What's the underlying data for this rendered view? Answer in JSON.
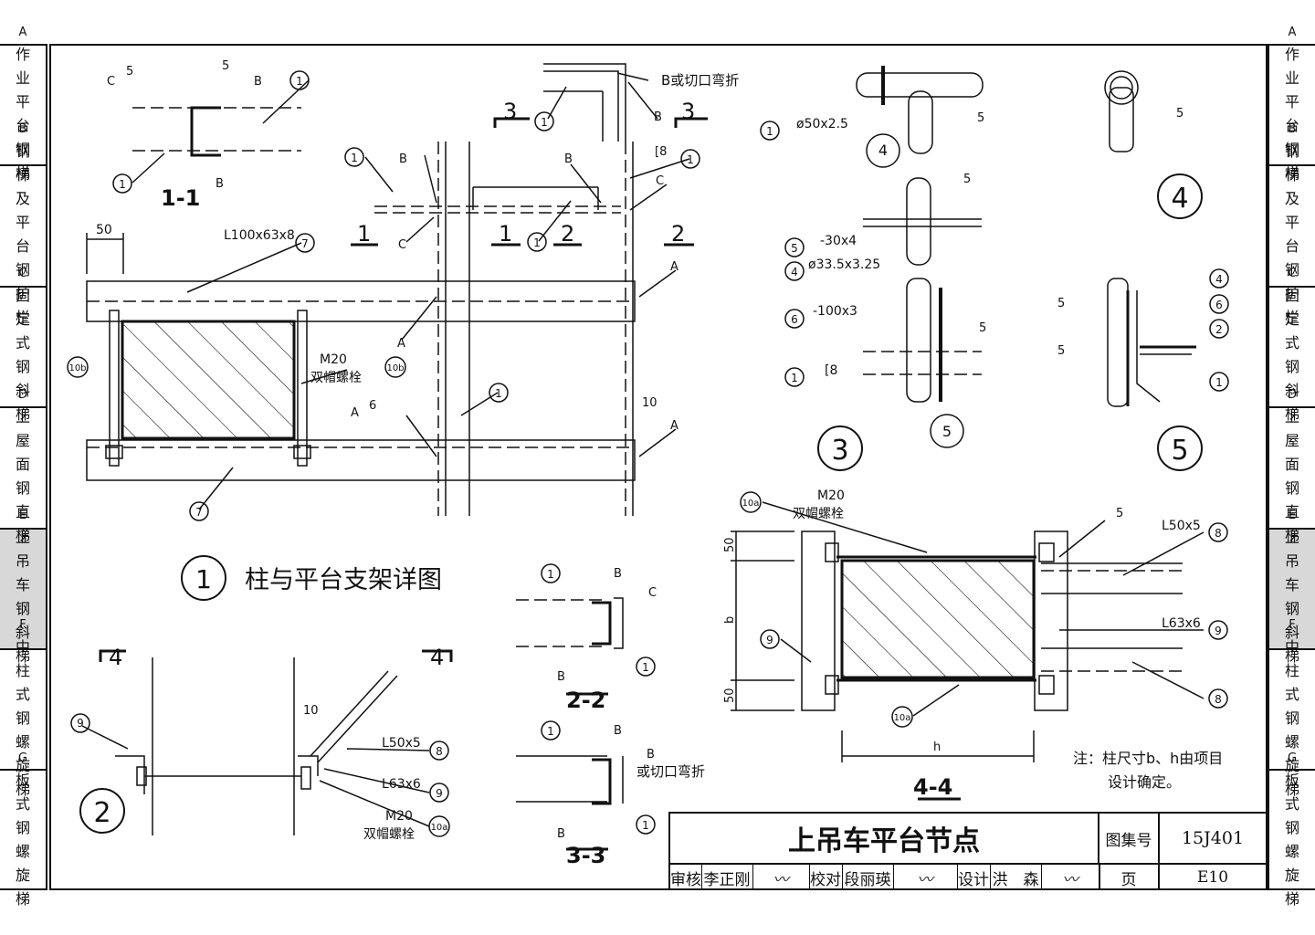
{
  "left_tabs": [
    {
      "letter": "A",
      "label": "作业平台钢梯"
    },
    {
      "letter": "B",
      "label": "钢梯及平台钢护栏"
    },
    {
      "letter": "C",
      "label": "固定式钢斜梯"
    },
    {
      "letter": "D",
      "label": "上屋面钢直梯"
    },
    {
      "letter": "E",
      "label": "上吊车钢斜梯",
      "active": true
    },
    {
      "letter": "F",
      "label": "中柱式钢螺旋梯"
    },
    {
      "letter": "G",
      "label": "板式钢螺旋梯"
    }
  ],
  "right_tabs": [
    {
      "letter": "A",
      "label": "作业平台钢梯"
    },
    {
      "letter": "B",
      "label": "钢梯及平台钢护栏"
    },
    {
      "letter": "C",
      "label": "固定式钢斜梯"
    },
    {
      "letter": "D",
      "label": "上屋面钢直梯"
    },
    {
      "letter": "E",
      "label": "上吊车钢斜梯",
      "active": true
    },
    {
      "letter": "F",
      "label": "中柱式钢螺旋梯"
    },
    {
      "letter": "G",
      "label": "板式钢螺旋梯"
    }
  ],
  "detail1": {
    "title": "柱与平台支架详图",
    "circle": "1",
    "section_1_1": "1-1",
    "angle_top": "L100x63x8",
    "bolt": "M20",
    "bolt_desc": "双帽螺栓",
    "dim_50": "50",
    "weld_5": "5",
    "weld_6": "6",
    "dim_10": "10",
    "cut_1": "1",
    "cut_2": "2",
    "cut_3": "3",
    "bend_note": "B或切口弯折",
    "c8": "[8",
    "ref_1": "1",
    "ref_7": "7",
    "ref_10b": "10b",
    "lab_A": "A",
    "lab_B": "B",
    "lab_C": "C"
  },
  "detail2": {
    "circle": "2",
    "cut": "4",
    "angle_8": "L50x5",
    "angle_9": "L63x6",
    "bolt": "M20",
    "bolt_desc": "双帽螺栓",
    "dim_10": "10",
    "ref_8": "8",
    "ref_9": "9",
    "ref_10a": "10a"
  },
  "sec22": {
    "title": "2-2",
    "lab_B": "B",
    "lab_C": "C",
    "ref_1": "1"
  },
  "sec33": {
    "title": "3-3",
    "bend_note": "或切口弯折",
    "lab_B": "B",
    "ref_1": "1"
  },
  "detail3": {
    "circle": "3",
    "pipe": "ø50x2.5",
    "flat30": "-30x4",
    "pipe335": "ø33.5x3.25",
    "flat100": "-100x3",
    "c8": "[8",
    "ref_1": "1",
    "ref_4": "4",
    "ref_5": "5",
    "ref_6": "6",
    "weld_5": "5"
  },
  "detail4": {
    "circle": "4",
    "weld_5": "5"
  },
  "detail5": {
    "circle": "5",
    "weld_5": "5",
    "ref_1": "1",
    "ref_2": "2",
    "ref_4": "4",
    "ref_6": "6"
  },
  "sec44": {
    "title": "4-4",
    "bolt": "M20",
    "bolt_desc": "双帽螺栓",
    "angle_8": "L50x5",
    "angle_9": "L63x6",
    "dim_50": "50",
    "dim_b": "b",
    "dim_h": "h",
    "weld_5": "5",
    "ref_8": "8",
    "ref_9": "9",
    "ref_10a": "10a"
  },
  "note": {
    "line1": "注：柱尺寸b、h由项目",
    "line2": "设计确定。"
  },
  "title_block": {
    "title": "上吊车平台节点",
    "atlas_label": "图集号",
    "atlas_value": "15J401",
    "page_label": "页",
    "page_value": "E10",
    "review_label": "审核",
    "review_name": "李正刚",
    "check_label": "校对",
    "check_name": "段丽瑛",
    "design_label": "设计",
    "design_name": "洪　森"
  }
}
